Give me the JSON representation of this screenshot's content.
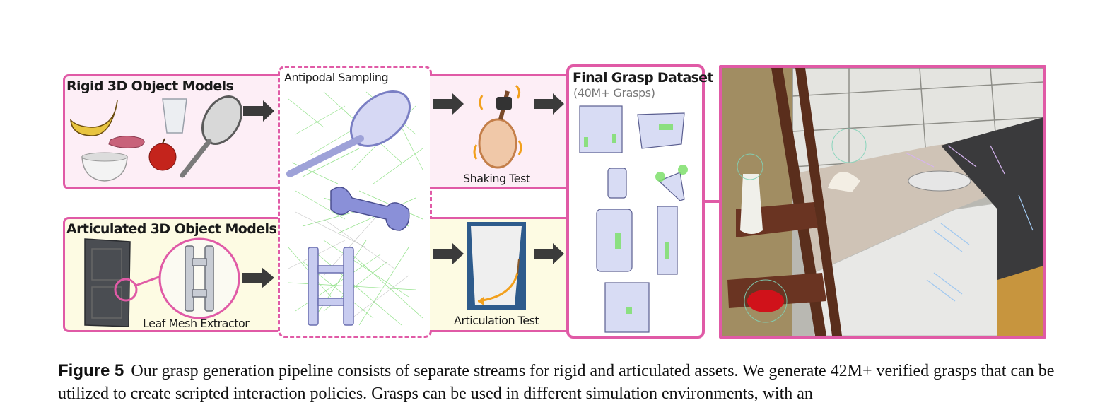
{
  "figure": {
    "rigid_title": "Rigid 3D Object Models",
    "articulated_title": "Articulated 3D Object Models",
    "leaf_mesh_label": "Leaf Mesh Extractor",
    "antipodal_label": "Antipodal Sampling",
    "shaking_label": "Shaking Test",
    "articulation_label": "Articulation Test",
    "dataset_title": "Final Grasp Dataset",
    "dataset_subtitle": "(40M+ Grasps)"
  },
  "caption": {
    "figure_label": "Figure 5",
    "text": "Our grasp generation pipeline consists of separate streams for rigid and articulated assets. We generate 42M+ verified grasps that can be utilized to create scripted interaction policies. Grasps can be used in different simulation environments, with an"
  },
  "colors": {
    "accent": "#e05aa6",
    "rigid_bg": "#fdeef6",
    "articulated_bg": "#fdfbe3",
    "grasp_green": "#5fd35a",
    "arrow": "#3b3b3b"
  }
}
